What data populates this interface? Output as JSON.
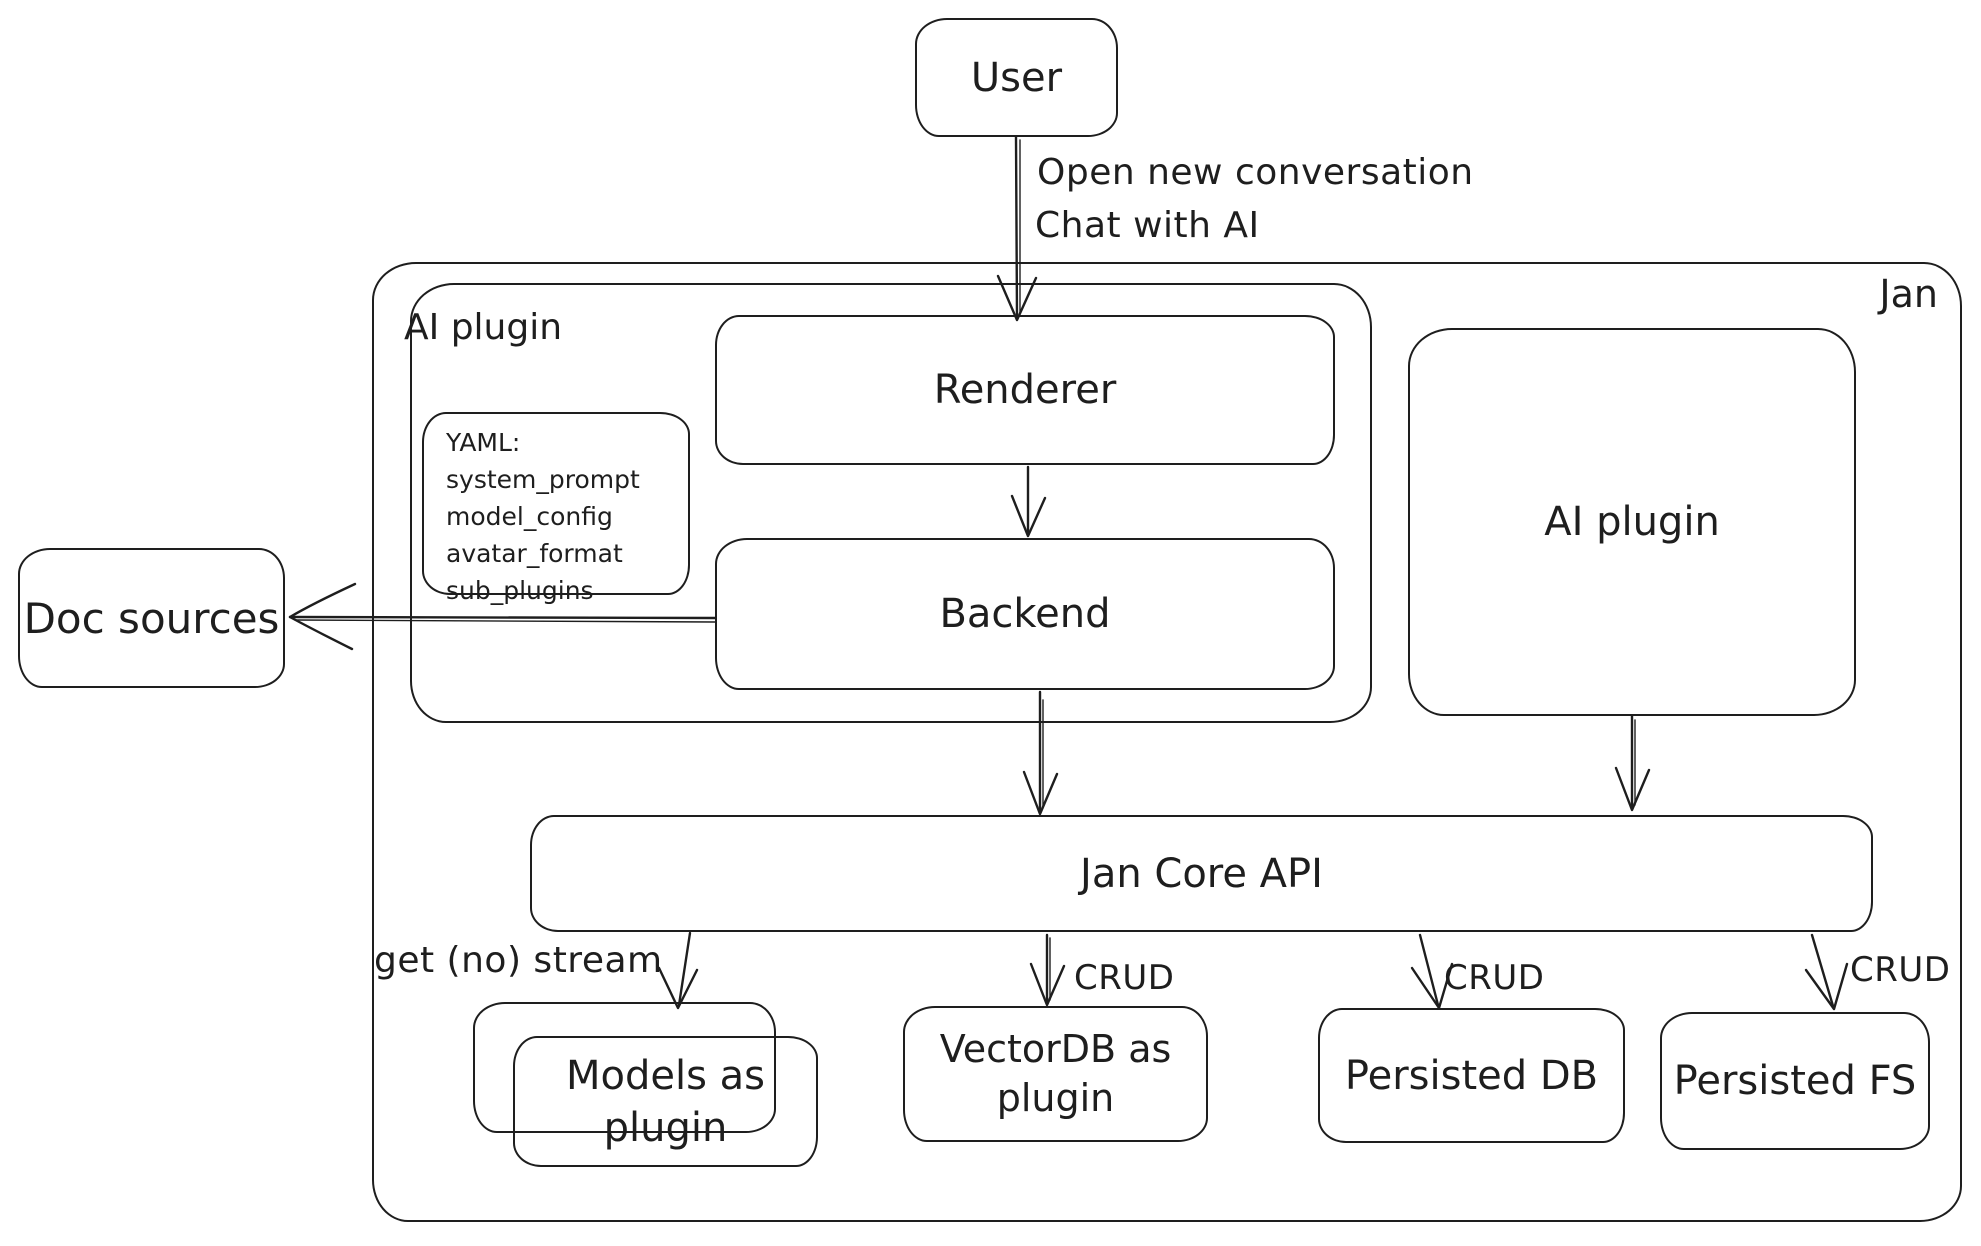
{
  "colors": {
    "stroke": "#1e1e1e",
    "background": "#ffffff"
  },
  "nodes": {
    "user": {
      "label": "User"
    },
    "jan": {
      "label": "Jan"
    },
    "ai_plugin_group": {
      "label": "AI plugin"
    },
    "renderer": {
      "label": "Renderer"
    },
    "backend": {
      "label": "Backend"
    },
    "ai_plugin_right": {
      "label": "AI plugin"
    },
    "doc_sources": {
      "label": "Doc sources"
    },
    "jan_core_api": {
      "label": "Jan Core API"
    },
    "models_plugin": {
      "label": "Models as plugin"
    },
    "vectordb_plugin": {
      "label": "VectorDB as plugin"
    },
    "persisted_db": {
      "label": "Persisted DB"
    },
    "persisted_fs": {
      "label": "Persisted FS"
    }
  },
  "yaml_note": {
    "lines": [
      "YAML:",
      "system_prompt",
      "model_config",
      "avatar_format",
      "sub_plugins"
    ]
  },
  "edge_labels": {
    "user_to_jan_line1": "Open new conversation",
    "user_to_jan_line2": "Chat with AI",
    "models_stream": "get (no) stream",
    "crud_vectordb": "CRUD",
    "crud_persisted_db": "CRUD",
    "crud_persisted_fs": "CRUD"
  }
}
